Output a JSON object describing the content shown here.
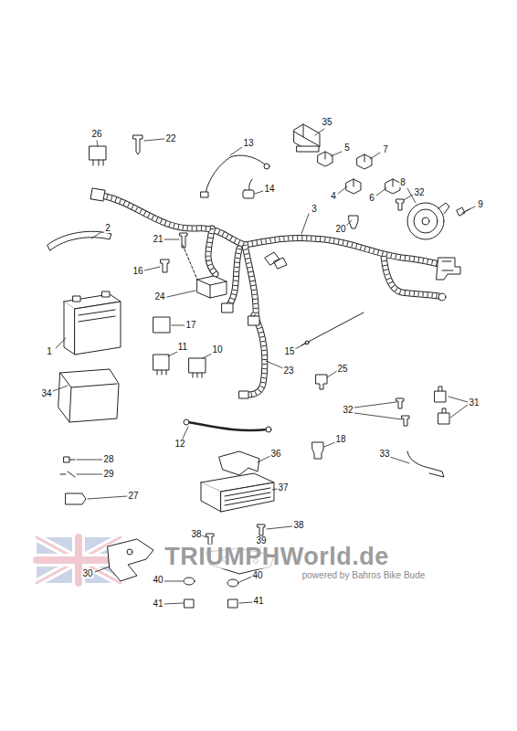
{
  "diagram": {
    "labels": [
      "35",
      "26",
      "22",
      "13",
      "5",
      "7",
      "8",
      "14",
      "32",
      "4",
      "6",
      "9",
      "3",
      "2",
      "20",
      "21",
      "16",
      "24",
      "17",
      "11",
      "10",
      "1",
      "15",
      "25",
      "23",
      "34",
      "31",
      "32",
      "12",
      "18",
      "36",
      "33",
      "28",
      "29",
      "37",
      "27",
      "38",
      "38",
      "39",
      "TRIUMPHWorld.de",
      "powered by Bahros Bike Bude",
      "30",
      "40",
      "40",
      "41",
      "41"
    ]
  }
}
